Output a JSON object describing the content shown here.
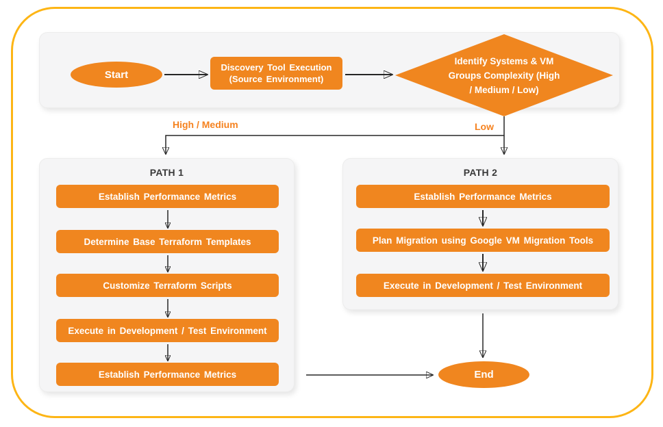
{
  "colors": {
    "shape_orange": "#F0861F",
    "label_orange": "#F5821F",
    "frame_gold": "#FDB515",
    "panel_gray": "#F5F5F6",
    "connector_dark": "#262626",
    "title_dark": "#3A3A3A"
  },
  "top_flow": {
    "start_label": "Start",
    "discovery_line1": "Discovery Tool Execution",
    "discovery_line2": "(Source Environment)",
    "decision_line1": "Identify Systems & VM",
    "decision_line2": "Groups Complexity (High",
    "decision_line3": "/ Medium / Low)"
  },
  "branches": {
    "left_label": "High / Medium",
    "right_label": "Low"
  },
  "path1": {
    "title": "PATH 1",
    "steps": [
      "Establish Performance Metrics",
      "Determine Base Terraform Templates",
      "Customize Terraform Scripts",
      "Execute in Development / Test Environment",
      "Establish Performance Metrics"
    ]
  },
  "path2": {
    "title": "PATH 2",
    "steps": [
      "Establish Performance Metrics",
      "Plan Migration using Google VM Migration Tools",
      "Execute in Development / Test Environment"
    ]
  },
  "end_label": "End"
}
